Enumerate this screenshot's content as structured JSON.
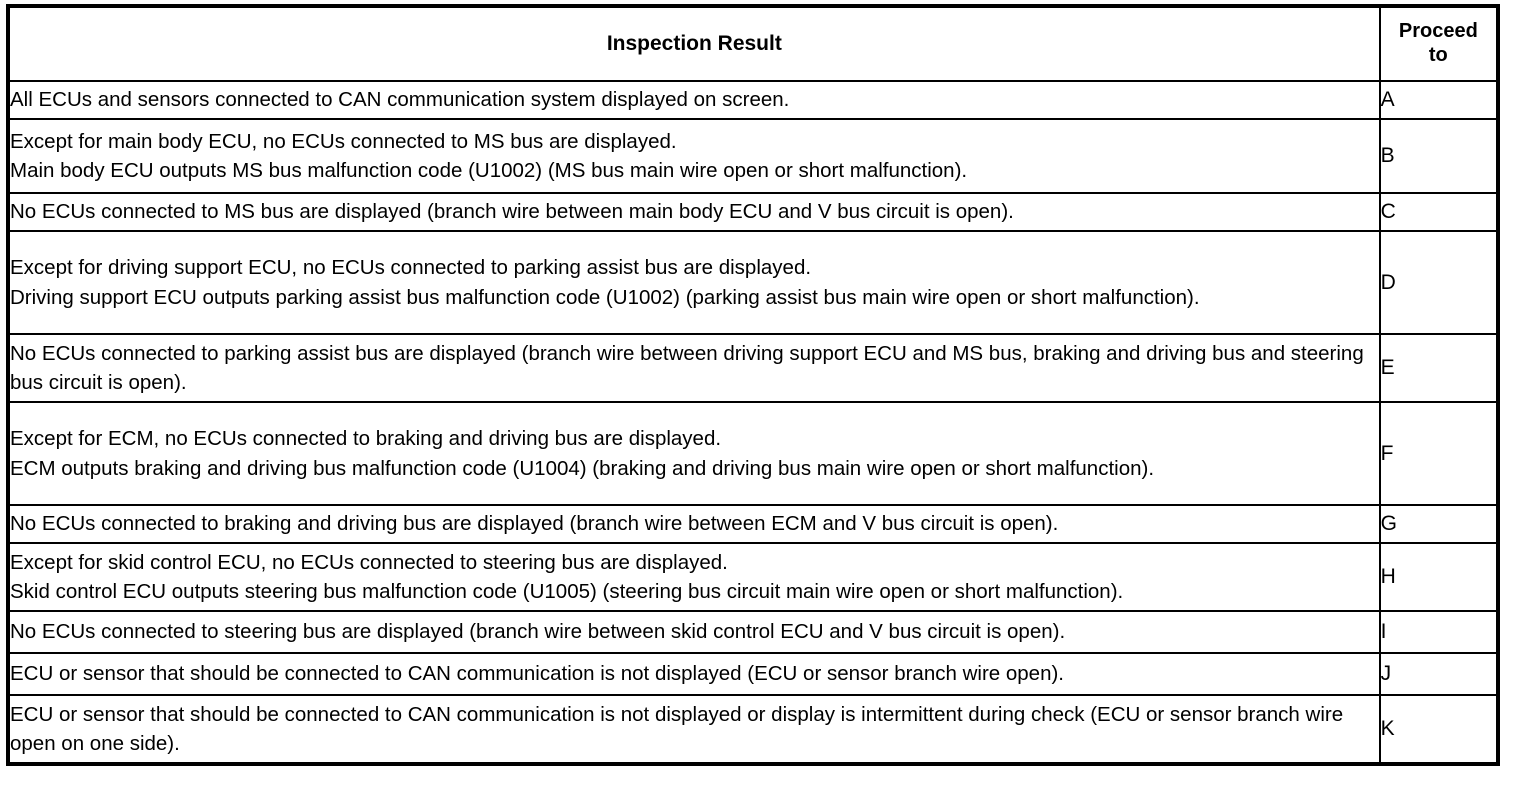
{
  "table": {
    "headers": {
      "inspection_result": "Inspection Result",
      "proceed_to_line1": "Proceed",
      "proceed_to_line2": "to"
    },
    "rows": [
      {
        "id": "a",
        "lines": [
          "All ECUs and sensors connected to CAN communication system displayed on screen."
        ],
        "proceed_to": "A"
      },
      {
        "id": "b",
        "lines": [
          "Except for main body ECU, no ECUs connected to MS bus are displayed.",
          "Main body ECU outputs MS bus malfunction code (U1002) (MS bus main wire open or short malfunction)."
        ],
        "proceed_to": "B"
      },
      {
        "id": "c",
        "lines": [
          "No ECUs connected to MS bus are displayed (branch wire between main body ECU and V bus circuit is open)."
        ],
        "proceed_to": "C"
      },
      {
        "id": "d",
        "lines": [
          "Except for driving support ECU, no ECUs connected to parking assist bus are displayed.",
          "Driving support ECU outputs parking assist bus malfunction code (U1002) (parking assist bus main wire open or short malfunction)."
        ],
        "proceed_to": "D"
      },
      {
        "id": "e",
        "lines": [
          "No ECUs connected to parking assist bus are displayed (branch wire between driving support ECU and MS bus, braking and driving bus and steering bus circuit is open)."
        ],
        "proceed_to": "E"
      },
      {
        "id": "f",
        "lines": [
          "Except for ECM, no ECUs connected to braking and driving bus are displayed.",
          "ECM outputs braking and driving bus malfunction code (U1004) (braking and driving bus main wire open or short malfunction)."
        ],
        "proceed_to": "F"
      },
      {
        "id": "g",
        "lines": [
          "No ECUs connected to braking and driving bus are displayed (branch wire between ECM and V bus circuit is open)."
        ],
        "proceed_to": "G"
      },
      {
        "id": "h",
        "lines": [
          "Except for skid control ECU, no ECUs connected to steering bus are displayed.",
          "Skid control ECU outputs steering bus malfunction code (U1005) (steering bus circuit main wire open or short malfunction)."
        ],
        "proceed_to": "H"
      },
      {
        "id": "i",
        "lines": [
          "No ECUs connected to steering bus are displayed (branch wire between skid control ECU and V bus circuit is open)."
        ],
        "proceed_to": "I"
      },
      {
        "id": "j",
        "lines": [
          "ECU or sensor that should be connected to CAN communication is not displayed (ECU or sensor branch wire open)."
        ],
        "proceed_to": "J"
      },
      {
        "id": "k",
        "lines": [
          "ECU or sensor that should be connected to CAN communication is not displayed or display is intermittent during check (ECU or sensor branch wire open on one side)."
        ],
        "proceed_to": "K"
      }
    ]
  },
  "colors": {
    "border": "#000000",
    "text": "#000000",
    "background": "#ffffff"
  }
}
